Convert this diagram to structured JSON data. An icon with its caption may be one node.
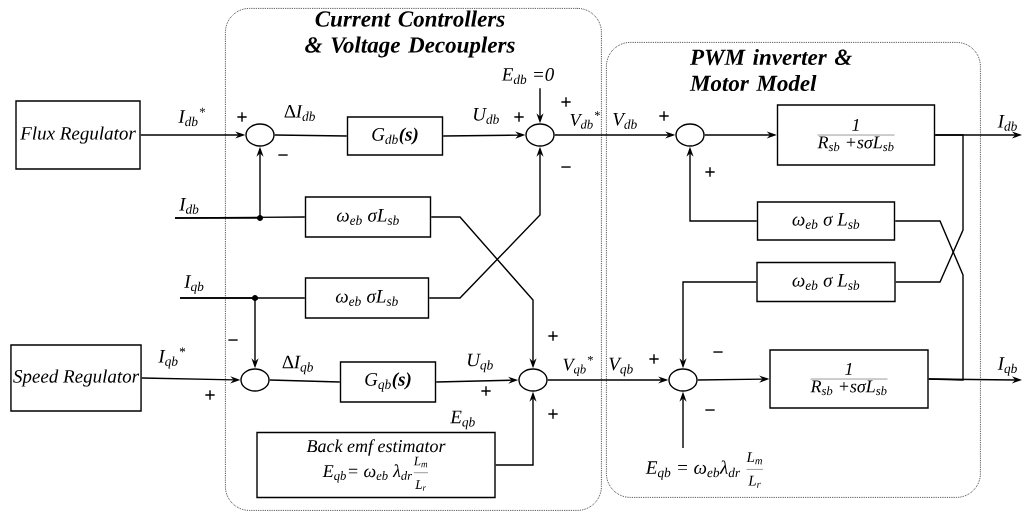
{
  "diagram": {
    "nodes": [
      {
        "text": [
          "Current Controllers & Voltage Decouplers"
        ]
      },
      {
        "text": [
          "PWM inverter & Motor Model"
        ]
      },
      {
        "text": [
          "Flux Regulator"
        ]
      },
      {
        "text": [
          "Speed Regulator"
        ]
      },
      {
        "text": [],
        "shape": "circle",
        "in": 0,
        "beside": [
          "+",
          "−"
        ]
      },
      {
        "text": [
          "G$_{db}$**(s)**"
        ],
        "in": 0
      },
      {
        "text": [],
        "shape": "circle",
        "in": 0,
        "beside": [
          "+",
          "+",
          "−",
          "V$_{db}$$^{*}$"
        ]
      },
      {
        "text": [
          "ω$_{eb}$ σL$_{sb}$"
        ],
        "in": 0
      },
      {
        "text": [
          "ω$_{eb}$ σL$_{sb}$"
        ],
        "in": 0
      },
      {
        "text": [],
        "shape": "circle",
        "in": 0,
        "beside": [
          "−",
          "+"
        ]
      },
      {
        "text": [
          "G$_{qb}$**(s)**"
        ],
        "in": 0
      },
      {
        "text": [],
        "shape": "circle",
        "in": 0,
        "beside": [
          "+",
          "V$_{qb}$$^{*}$",
          "+",
          "+"
        ]
      },
      {
        "text": [
          "Back emf estimator",
          "E$_{qb}$= ω$_{eb}$ λ$_{dr}$",
          "L$_{m}$",
          "L$_{r}$"
        ],
        "in": 0
      },
      {
        "text": [],
        "shape": "circle",
        "in": 1,
        "beside": [
          "+",
          "+"
        ]
      },
      {
        "text": [
          "1",
          "R$_{sb}$ +sσL$_{sb}$"
        ],
        "in": 1
      },
      {
        "text": [
          "ω$_{eb}$ σ L$_{sb}$"
        ],
        "in": 1
      },
      {
        "text": [
          "ω$_{eb}$ σ L$_{sb}$"
        ],
        "in": 1
      },
      {
        "text": [],
        "shape": "circle",
        "in": 1,
        "beside": [
          "+",
          "−",
          "−"
        ]
      },
      {
        "text": [
          "1",
          "R$_{sb}$ +sσL$_{sb}$"
        ],
        "in": 1
      },
      {
        "text": [
          "E$_{db}$ =0"
        ],
        "in": 0
      },
      {
        "text": [
          "I$_{db}$"
        ]
      },
      {
        "text": [
          "I$_{qb}$"
        ]
      },
      {
        "text": [
          "E$_{qb}$ = ω$_{eb}$λ$_{dr}$",
          "L$_{m}$",
          "L$_{r}$"
        ],
        "in": 1
      },
      {
        "text": [
          "I$_{db}$"
        ]
      },
      {
        "text": [
          "I$_{qb}$"
        ]
      }
    ],
    "edges": [
      {
        "from": 2,
        "to": 4,
        "arrow": "to",
        "label": "I$_{db}$$^{*}$"
      },
      {
        "from": 4,
        "to": 5,
        "arrow": "none",
        "label": "∆I$_{db}$"
      },
      {
        "from": 5,
        "to": 6,
        "arrow": "to",
        "label": "U$_{db}$"
      },
      {
        "from": 19,
        "to": 6,
        "arrow": "to"
      },
      {
        "from": 20,
        "to": 4,
        "arrow": "to"
      },
      {
        "from": 20,
        "to": 7,
        "arrow": "none"
      },
      {
        "from": 7,
        "to": 11,
        "arrow": "to"
      },
      {
        "from": 21,
        "to": 9,
        "arrow": "to"
      },
      {
        "from": 21,
        "to": 8,
        "arrow": "none"
      },
      {
        "from": 8,
        "to": 6,
        "arrow": "to"
      },
      {
        "from": 3,
        "to": 9,
        "arrow": "to",
        "label": "I$_{qb}$$^{*}$"
      },
      {
        "from": 9,
        "to": 10,
        "arrow": "none",
        "label": "∆I$_{qb}$"
      },
      {
        "from": 10,
        "to": 11,
        "arrow": "to",
        "label": "U$_{qb}$"
      },
      {
        "from": 12,
        "to": 11,
        "arrow": "to",
        "label": "E$_{qb}$"
      },
      {
        "from": 6,
        "to": 13,
        "arrow": "to",
        "label": "V$_{db}$"
      },
      {
        "from": 11,
        "to": 17,
        "arrow": "to",
        "label": "V$_{qb}$"
      },
      {
        "from": 13,
        "to": 14,
        "arrow": "to"
      },
      {
        "from": 17,
        "to": 18,
        "arrow": "to"
      },
      {
        "from": 14,
        "to": 23,
        "arrow": "to"
      },
      {
        "from": 18,
        "to": 24,
        "arrow": "to"
      },
      {
        "from": 14,
        "to": 16,
        "arrow": "none"
      },
      {
        "from": 18,
        "to": 15,
        "arrow": "none"
      },
      {
        "from": 15,
        "to": 13,
        "arrow": "to"
      },
      {
        "from": 16,
        "to": 17,
        "arrow": "to"
      },
      {
        "from": 22,
        "to": 17,
        "arrow": "to"
      }
    ]
  }
}
